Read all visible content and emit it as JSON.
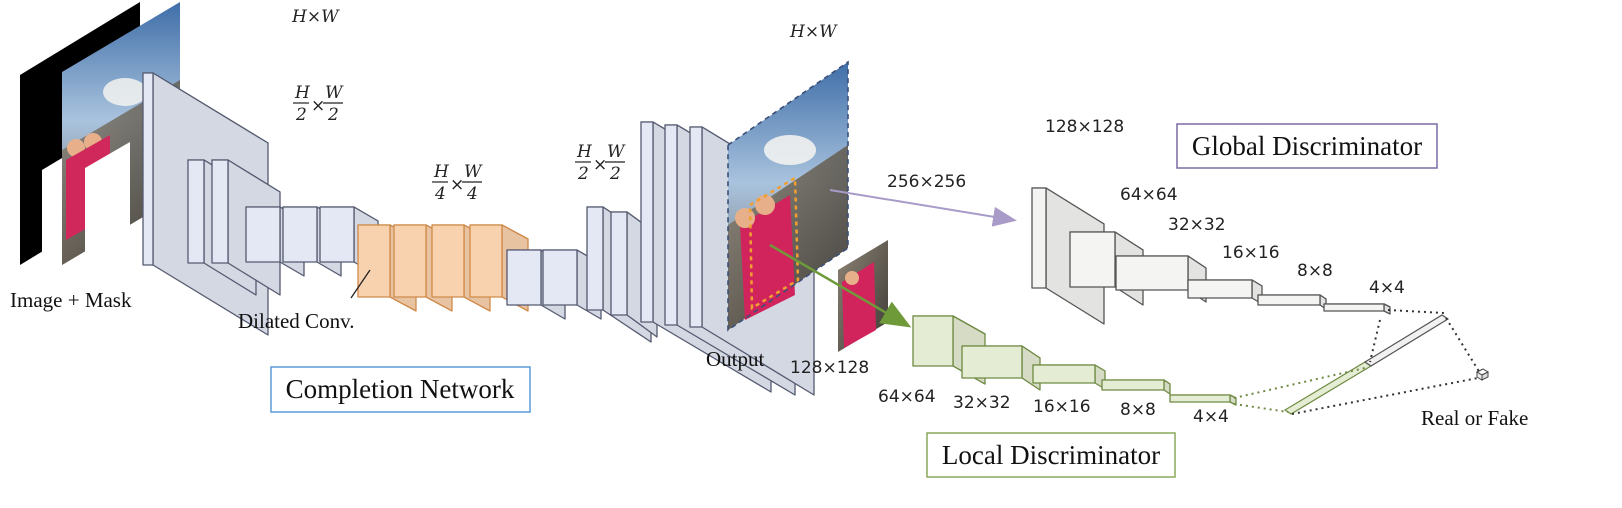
{
  "input": {
    "label": "Image + Mask"
  },
  "completion": {
    "title": "Completion Network",
    "dilated_label": "Dilated Conv.",
    "size_full": "H×W",
    "size_half_h": "H",
    "size_half_w": "W",
    "size_half_den": "2",
    "size_quarter_den": "4",
    "size_out_full": "H×W"
  },
  "output": {
    "label": "Output",
    "local_size": "128×128",
    "global_size": "256×256"
  },
  "global_disc": {
    "title": "Global Discriminator",
    "layers": [
      "128×128",
      "64×64",
      "32×32",
      "16×16",
      "8×8",
      "4×4"
    ]
  },
  "local_disc": {
    "title": "Local Discriminator",
    "layers": [
      "64×64",
      "32×32",
      "16×16",
      "8×8",
      "4×4"
    ]
  },
  "final": {
    "label": "Real or Fake"
  },
  "colors": {
    "blue_face": "#e3e8f4",
    "blue_edge": "#555a70",
    "orange_face": "#f8d2ae",
    "orange_edge": "#cf8a4a",
    "gray_face": "#f4f4f2",
    "gray_edge": "#555555",
    "green_face": "#e5ecd4",
    "green_edge": "#6f8a43",
    "global_box": "#7b6ca4",
    "completion_box": "#5b9bd5",
    "local_box": "#8aa85a"
  }
}
